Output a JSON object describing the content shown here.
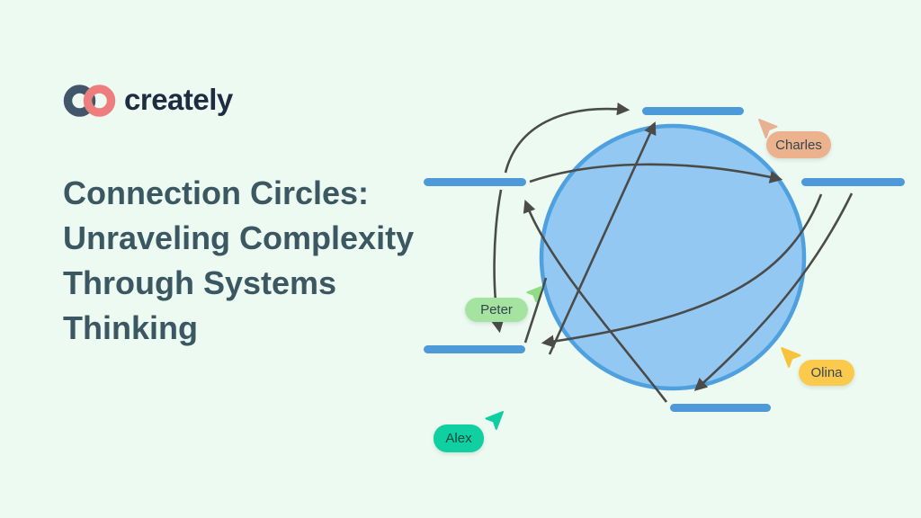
{
  "background_color": "#edfaf2",
  "logo": {
    "brand": "creately",
    "icon": "creately-rings-icon",
    "ring_left_color": "#42566b",
    "ring_right_color": "#ee7e7e"
  },
  "headline": {
    "text": "Connection Circles: Unraveling Complexity Through Systems Thinking",
    "lines": [
      "Connection Circles:",
      "Unraveling Complexity",
      "Through Systems",
      "Thinking"
    ],
    "color": "#3b5761"
  },
  "diagram": {
    "type": "connection-circle-illustration",
    "circle_fill_color": "#92c8f1",
    "circle_border_color": "#4ea0de",
    "bar_color": "#4e9ad8",
    "arrow_color": "#4b4b49",
    "bars_count": 5,
    "arrows_count": 7,
    "collaborators": [
      {
        "name": "Charles",
        "pill_color": "#ecb28e",
        "cursor_color": "#e7b291",
        "pointing": "up-left"
      },
      {
        "name": "Peter",
        "pill_color": "#a5e3a1",
        "cursor_color": "#8fdc84",
        "pointing": "up-right"
      },
      {
        "name": "Olina",
        "pill_color": "#fbca4d",
        "cursor_color": "#f6c33c",
        "pointing": "up-left"
      },
      {
        "name": "Alex",
        "pill_color": "#10cfa0",
        "cursor_color": "#0fcfa2",
        "pointing": "up-right"
      }
    ]
  }
}
